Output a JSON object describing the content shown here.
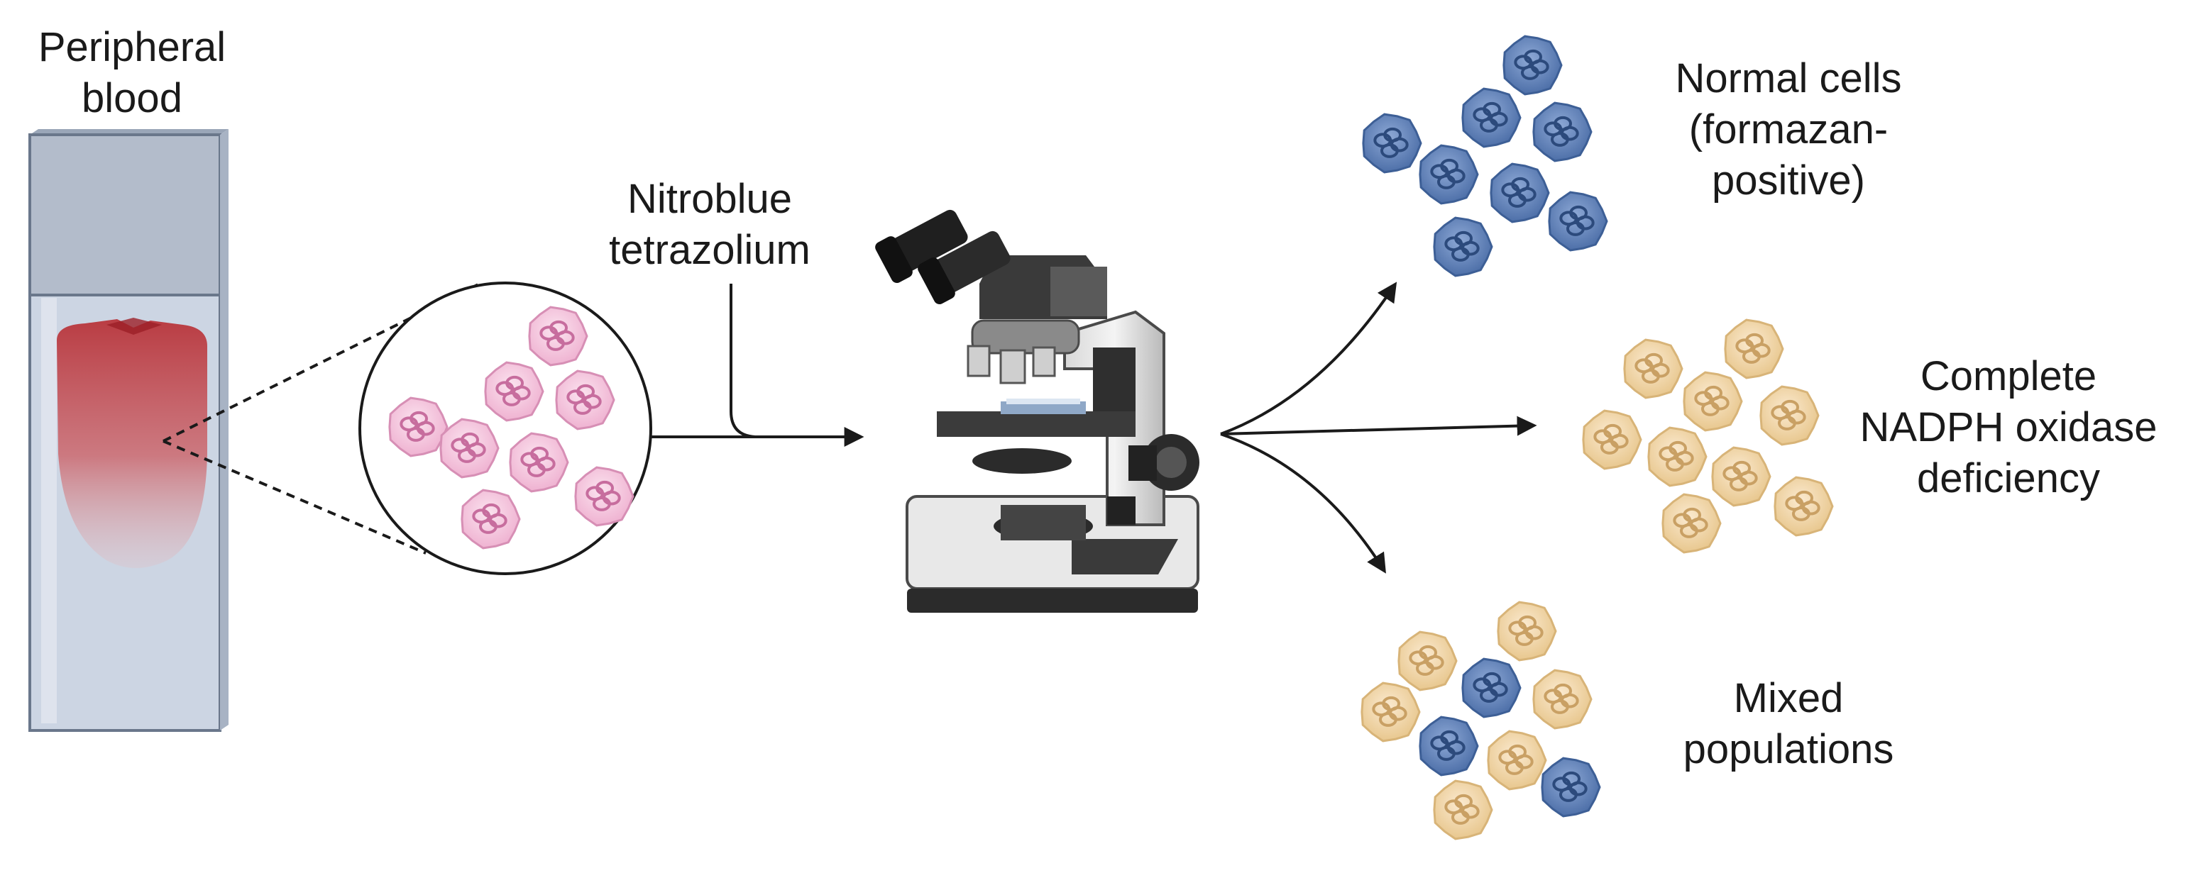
{
  "labels": {
    "blood_line1": "Peripheral",
    "blood_line2": "blood",
    "reagent_line1": "Nitroblue",
    "reagent_line2": "tetrazolium",
    "normal_line1": "Normal cells",
    "normal_line2": "(formazan-",
    "normal_line3": "positive)",
    "complete_line1": "Complete",
    "complete_line2": "NADPH oxidase",
    "complete_line3": "deficiency",
    "mixed_line1": "Mixed",
    "mixed_line2": "populations"
  },
  "colors": {
    "tube_glass": "#ccd5e3",
    "tube_cap": "#b3bccb",
    "blood": "#b8343a",
    "pink_cell": "#f2bcd8",
    "blue_cell": "#5b7fb8",
    "tan_cell": "#efd3a0",
    "arrow": "#1a1a1a"
  },
  "icons": {
    "tube": "blood-tube-icon",
    "magnifier": "magnified-cells-icon",
    "microscope": "microscope-icon",
    "cell": "neutrophil-cell-icon"
  }
}
